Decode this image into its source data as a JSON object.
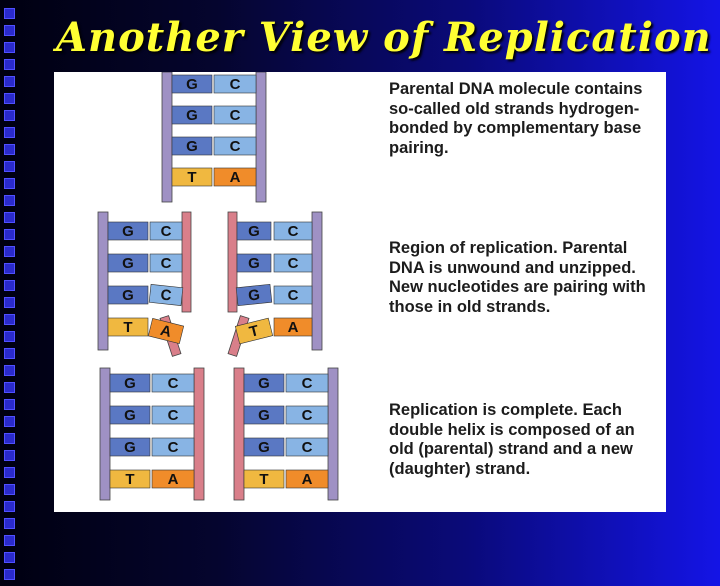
{
  "title": "Another View of Replication",
  "captions": [
    "Parental DNA molecule contains so-called old strands hydrogen-bonded by complementary base pairing.",
    "Region of replication. Parental DNA is unwound and unzipped. New nucleotides are pairing with those in old strands.",
    "Replication is complete. Each double helix is composed of an old (parental) strand and a new (daughter) strand."
  ],
  "bases": {
    "G": "G",
    "C": "C",
    "T": "T",
    "A": "A"
  },
  "colors": {
    "old_strand": "#9f91c4",
    "new_strand": "#d97f8a",
    "base_blue": "#5a78c3",
    "base_light_blue": "#88b4e4",
    "base_orange": "#f08c2a",
    "base_yellow": "#f0b840",
    "title_yellow": "#ffff33"
  }
}
